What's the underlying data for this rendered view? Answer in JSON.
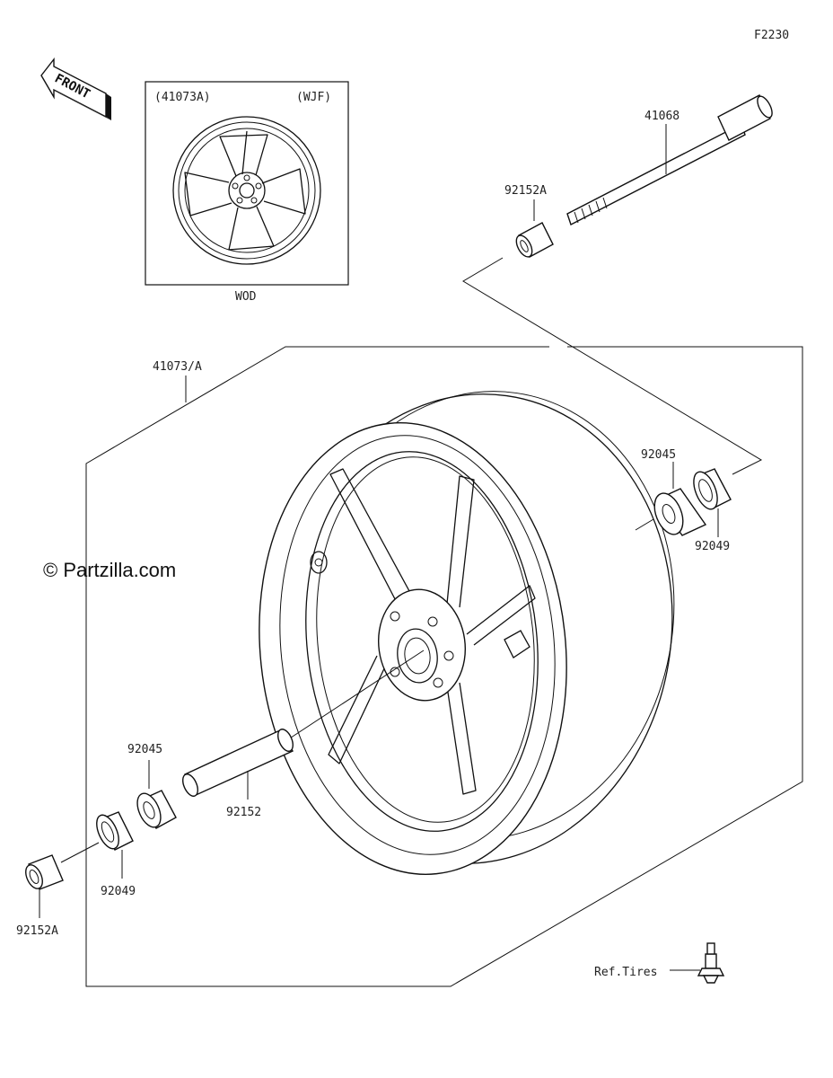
{
  "diagram": {
    "code": "F2230",
    "front_label": "FRONT",
    "watermark": "© Partzilla.com",
    "inset": {
      "part_code": "(41073A)",
      "variant": "(WJF)",
      "caption": "WOD"
    },
    "labels": {
      "axle": "41068",
      "collar_top": "92152A",
      "wheel": "41073/A",
      "bearing_right": "92045",
      "seal_right": "92049",
      "bearing_left": "92045",
      "spacer": "92152",
      "seal_left": "92049",
      "collar_left": "92152A",
      "ref_tires": "Ref.Tires"
    }
  }
}
